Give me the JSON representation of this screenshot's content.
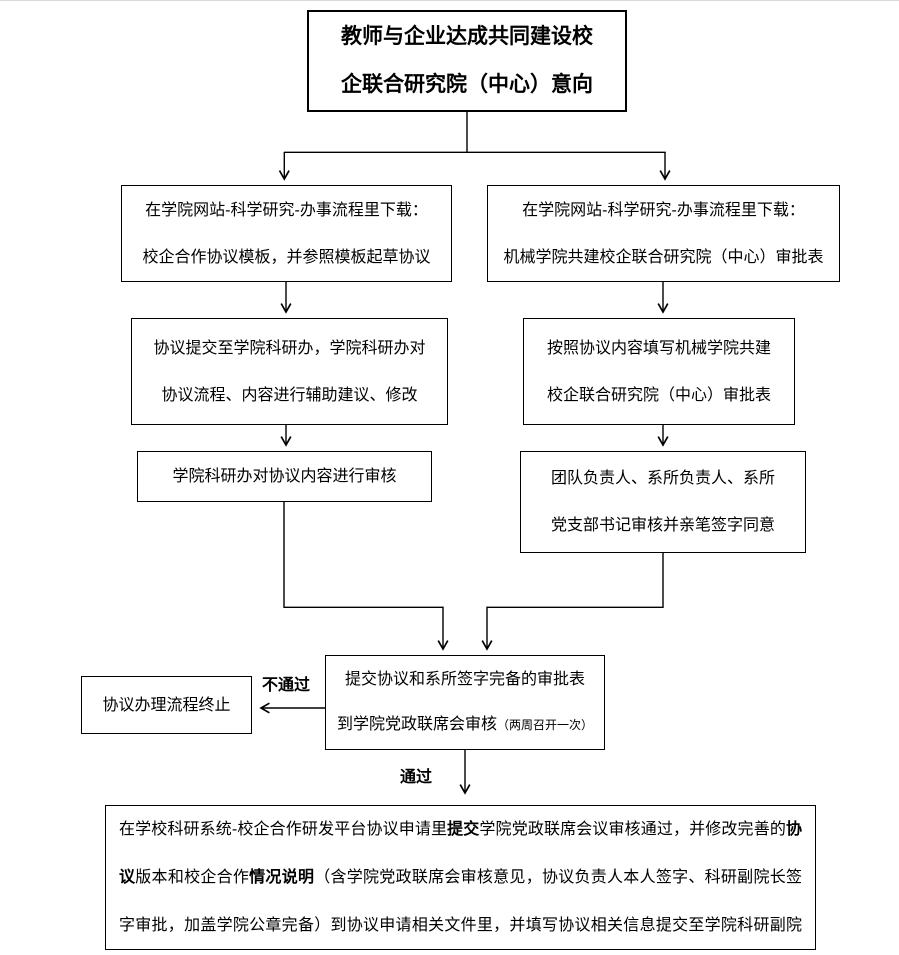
{
  "page": {
    "background": "#ffffff",
    "line_color": "#000000"
  },
  "boxes": {
    "top": {
      "line1": "教师与企业达成共同建设校",
      "line2": "企联合研究院（中心）意向"
    },
    "l1": {
      "line1": "在学院网站-科学研究-办事流程里下载：",
      "line2": "校企合作协议模板，并参照模板起草协议"
    },
    "r1": {
      "line1": "在学院网站-科学研究-办事流程里下载：",
      "line2": "机械学院共建校企联合研究院（中心）审批表"
    },
    "l2": {
      "line1": "协议提交至学院科研办，学院科研办对",
      "line2": "协议流程、内容进行辅助建议、修改"
    },
    "r2": {
      "line1": "按照协议内容填写机械学院共建",
      "line2": "校企联合研究院（中心）审批表"
    },
    "l3": {
      "line1": "学院科研办对协议内容进行审核"
    },
    "r3": {
      "line1": "团队负责人、系所负责人、系所",
      "line2": "党支部书记审核并亲笔签字同意"
    },
    "merge": {
      "line1": "提交协议和系所签字完备的审批表",
      "line2_segments": [
        {
          "t": "到学院党政联席会审核"
        },
        {
          "t": "（两周召开一次）",
          "s": true
        }
      ]
    },
    "term": {
      "line1": "协议办理流程终止"
    },
    "final": {
      "segments": [
        {
          "t": "在学校科研系统-校企合作研发平台协议申请里"
        },
        {
          "t": "提交",
          "b": true
        },
        {
          "t": "学院党政联席会议审核通过，并修改完善的"
        },
        {
          "t": "协议",
          "b": true
        },
        {
          "t": "版本和校企合作"
        },
        {
          "t": "情况说明",
          "b": true
        },
        {
          "t": "（含学院党政联席会审核意见，协议负责人本人签字、科研副院长签字审批，加盖学院公章完备）到协议申请相关文件里，并填写协议相关信息提交至学院科研副院长审核"
        }
      ]
    }
  },
  "labels": {
    "fail": "不通过",
    "pass": "通过"
  }
}
